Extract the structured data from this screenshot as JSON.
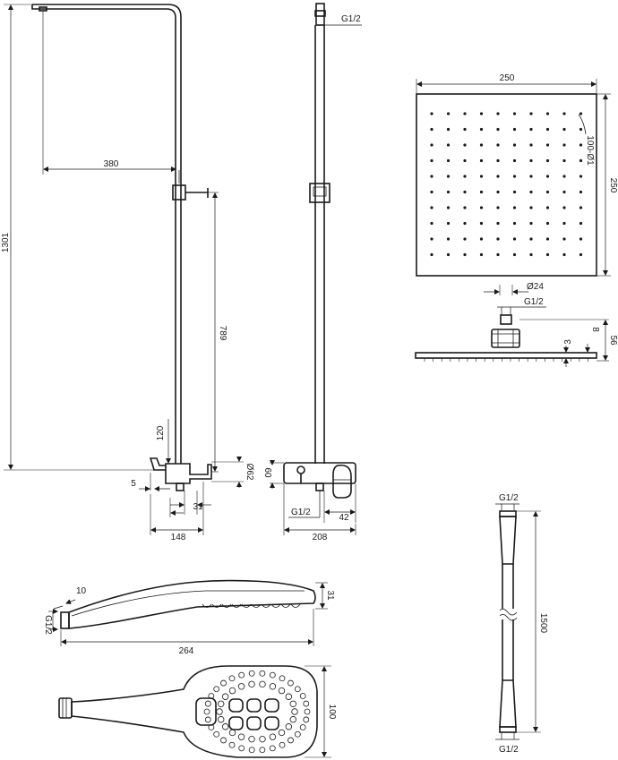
{
  "views": {
    "front": {
      "overall_height": "1301",
      "arm_reach": "380",
      "diverter_height": "789",
      "spout_height": "120",
      "spout_reach": "5",
      "valve_spacing": "31",
      "base_width": "148",
      "knob_diameter": "Ø62"
    },
    "side": {
      "inlet_thread_top": "G1/2",
      "body_height": "60",
      "outlet_thread": "G1/2",
      "outlet_offset": "42",
      "body_width": "208"
    },
    "head_top": {
      "width": "250",
      "depth": "250",
      "nozzles": "100-Ø1"
    },
    "head_side": {
      "connector_diameter": "Ø24",
      "connector_thread": "G1/2",
      "height": "56",
      "connector_height": "8",
      "plate_thickness": "3"
    },
    "hand_side": {
      "offset": "10",
      "thread": "G1/2",
      "length": "264",
      "thickness": "31"
    },
    "hand_front": {
      "width": "100"
    },
    "hose": {
      "thread_top": "G1/2",
      "length": "1500",
      "thread_bottom": "G1/2"
    }
  }
}
